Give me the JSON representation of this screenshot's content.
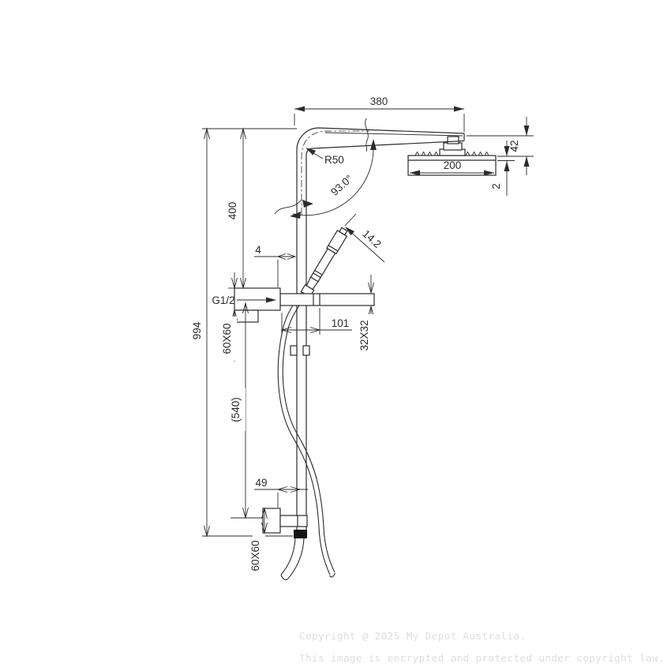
{
  "drawing": {
    "title": "shower-column-technical-drawing",
    "labels": {
      "arm_length": "380",
      "bend_radius": "R50",
      "angle": "93.0°",
      "head_width": "200",
      "head_offset": "42",
      "head_lip": "2",
      "handle_dia": "14.2",
      "upper_height": "400",
      "overall_height": "994",
      "mid_height": "(540)",
      "wall_gap": "4",
      "inlet_thread": "G1/2",
      "upper_bracket": "60X60",
      "arm_reach": "101",
      "arm_section": "32X32",
      "lower_offset": "49",
      "lower_bracket": "60X60"
    },
    "footer": {
      "line1": "Copyright @ 2025 My Depot Australia.",
      "line2": "This image is encrypted and protected under copyright law.",
      "color": "#dedede"
    },
    "line_color": "#2b2b2b"
  }
}
